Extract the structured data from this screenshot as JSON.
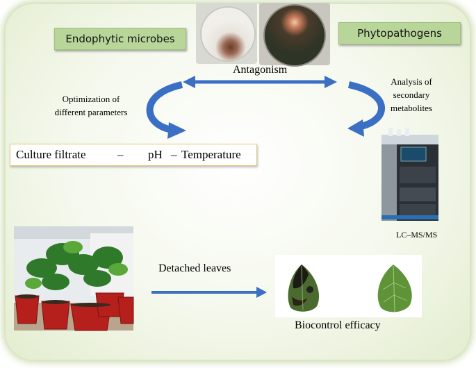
{
  "labels": {
    "endophytic": "Endophytic microbes",
    "phytopathogens": "Phytopathogens",
    "antagonism": "Antagonism",
    "optimization_line1": "Optimization of",
    "optimization_line2": "different parameters",
    "analysis_line1": "Analysis of",
    "analysis_line2": "secondary",
    "analysis_line3": "metabolites",
    "lcms": "LC–MS/MS",
    "detached": "Detached leaves",
    "biocontrol": "Biocontrol efficacy"
  },
  "parameters": {
    "culture_filtrate": "Culture filtrate",
    "dash1": "–",
    "ph": "pH",
    "dash2": "–",
    "temperature": "Temperature"
  },
  "colors": {
    "arrow_blue": "#3a6fc4",
    "tag_green": "#b9d69a",
    "box_border": "#e6c878"
  },
  "icons": [
    "petri-dish-endophyte",
    "petri-dish-pathogen",
    "lcms-instrument",
    "potted-plants",
    "diseased-leaf",
    "healthy-leaf"
  ]
}
